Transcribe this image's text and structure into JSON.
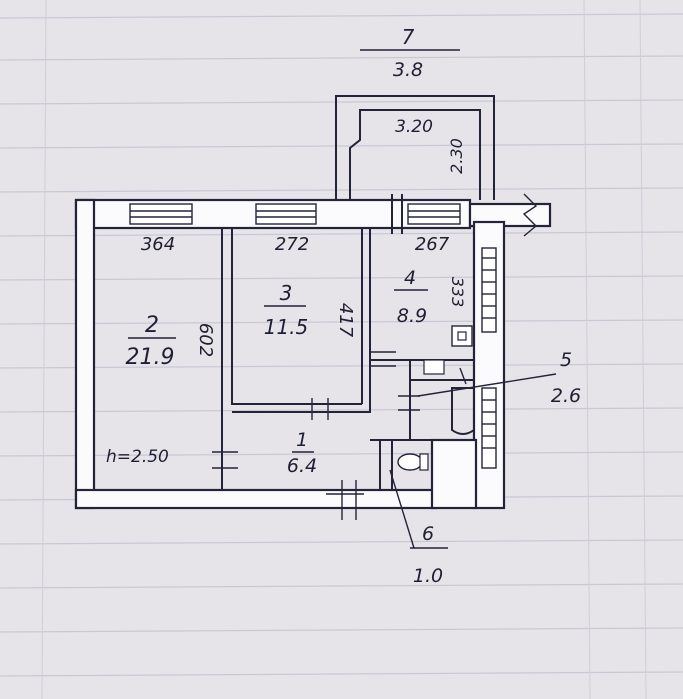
{
  "rooms": [
    {
      "id": "1",
      "number": "1",
      "area": "6.4"
    },
    {
      "id": "2",
      "number": "2",
      "area": "21.9"
    },
    {
      "id": "3",
      "number": "3",
      "area": "11.5"
    },
    {
      "id": "4",
      "number": "4",
      "area": "8.9"
    },
    {
      "id": "5",
      "number": "5",
      "area": "2.6"
    },
    {
      "id": "6",
      "number": "6",
      "area": "1.0"
    },
    {
      "id": "7",
      "number": "7",
      "area": "3.8"
    }
  ],
  "dimensions": {
    "room2_width": "364",
    "room3_width": "272",
    "room4_width": "267",
    "room2_depth": "602",
    "room3_depth": "417",
    "room4_depth": "333",
    "balcony_width": "3.20",
    "balcony_depth": "2.30"
  },
  "ceiling_height": "h=2.50"
}
